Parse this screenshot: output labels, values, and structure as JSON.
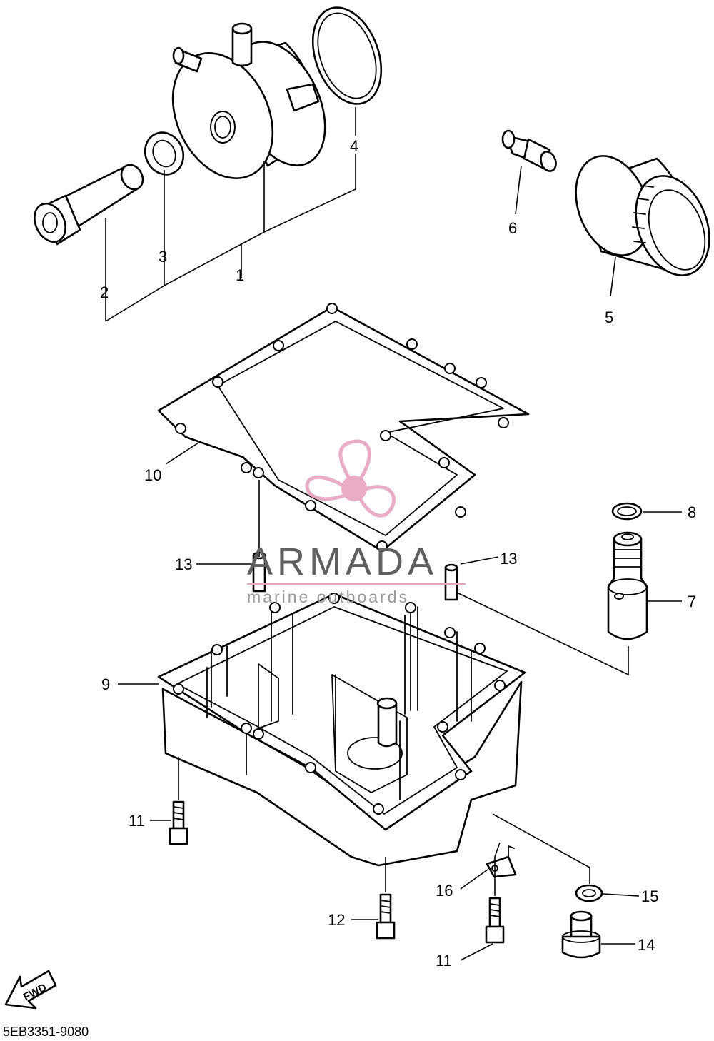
{
  "diagram": {
    "part_code": "5EB3351-9080",
    "direction_arrow": "FWD",
    "callouts": {
      "c1": "1",
      "c2": "2",
      "c3": "3",
      "c4": "4",
      "c5": "5",
      "c6": "6",
      "c7": "7",
      "c8": "8",
      "c9": "9",
      "c10": "10",
      "c11a": "11",
      "c11b": "11",
      "c12": "12",
      "c13a": "13",
      "c13b": "13",
      "c14": "14",
      "c15": "15",
      "c16": "16"
    }
  },
  "watermark": {
    "brand": "ARMADA",
    "tagline": "marine outboards",
    "logo_icon": "propeller-icon",
    "logo_color": "#e8a2c0",
    "text_color": "#5f5f5f"
  }
}
